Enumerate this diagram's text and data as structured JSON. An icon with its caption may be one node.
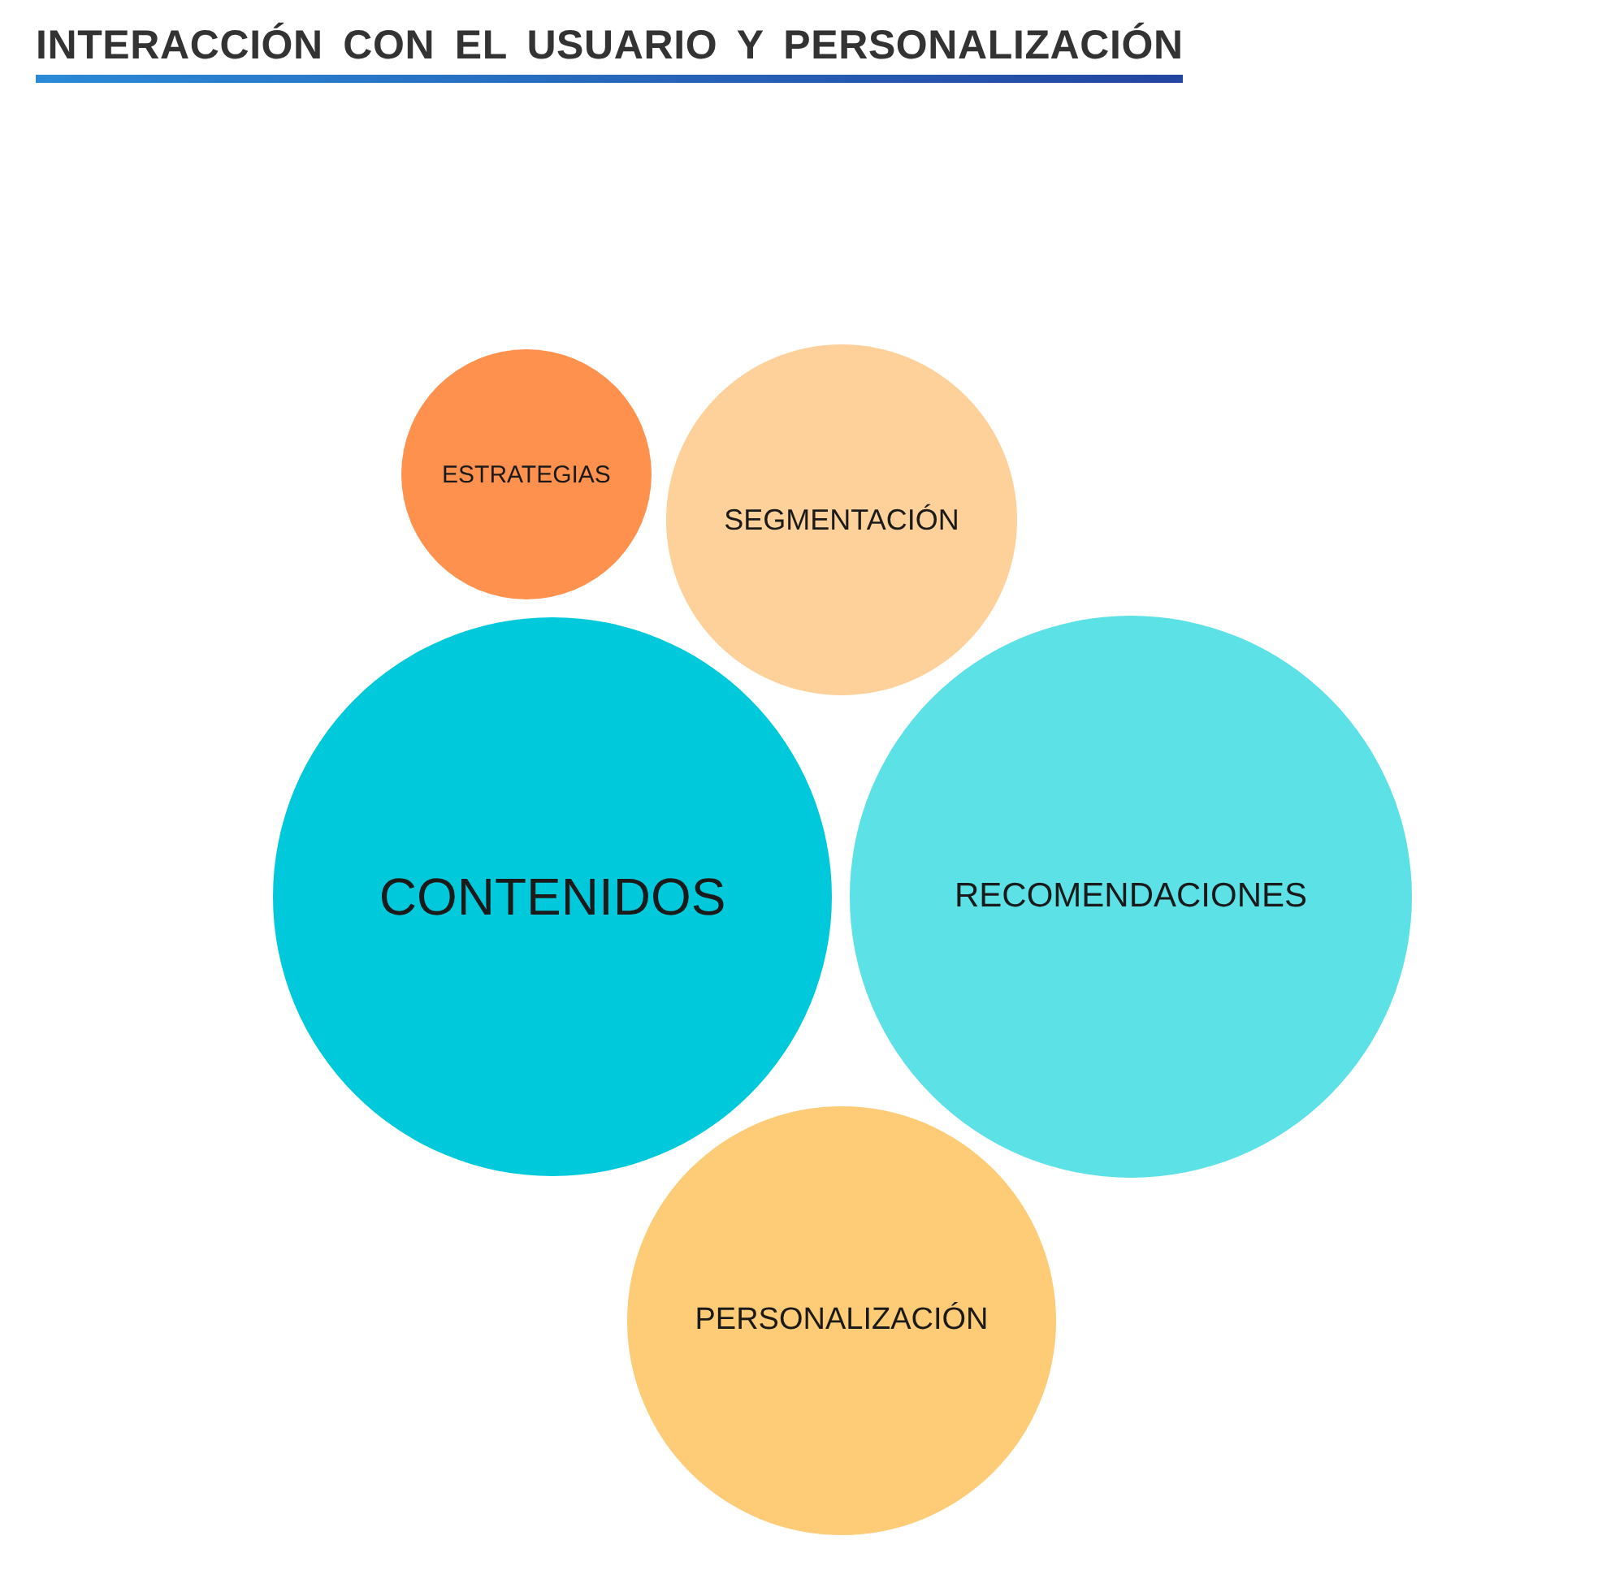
{
  "diagram": {
    "title": "INTERACCIÓN CON EL USUARIO Y PERSONALIZACIÓN",
    "nodes": [
      {
        "text": [
          "ESTRATEGIAS"
        ]
      },
      {
        "text": [
          "SEGMENTACIÓN"
        ]
      },
      {
        "text": [
          "CONTENIDOS"
        ]
      },
      {
        "text": [
          "RECOMENDACIONES"
        ]
      },
      {
        "text": [
          "PERSONALIZACIÓN"
        ]
      }
    ]
  }
}
